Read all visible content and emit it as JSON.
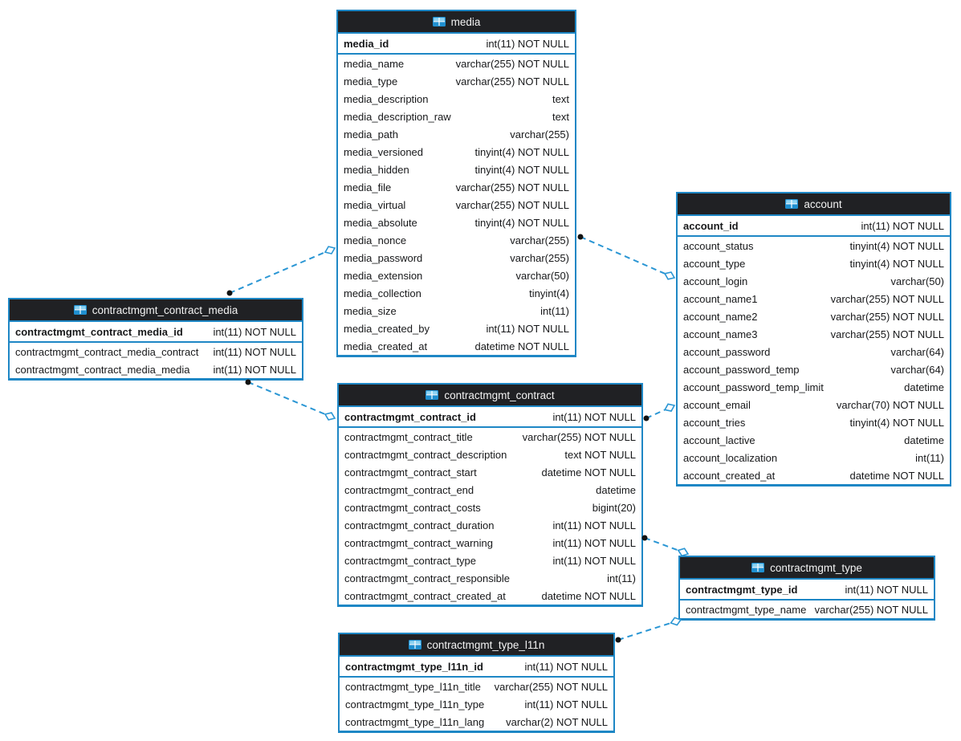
{
  "diagram": {
    "colors": {
      "accent": "#1e87c5",
      "line": "#2a96d4",
      "header_bg": "#202124",
      "dot": "#121212"
    },
    "tables": [
      {
        "name": "media",
        "primary_key": {
          "name": "media_id",
          "type": "int(11) NOT NULL"
        },
        "fields": [
          {
            "name": "media_name",
            "type": "varchar(255) NOT NULL"
          },
          {
            "name": "media_type",
            "type": "varchar(255) NOT NULL"
          },
          {
            "name": "media_description",
            "type": "text"
          },
          {
            "name": "media_description_raw",
            "type": "text"
          },
          {
            "name": "media_path",
            "type": "varchar(255)"
          },
          {
            "name": "media_versioned",
            "type": "tinyint(4) NOT NULL"
          },
          {
            "name": "media_hidden",
            "type": "tinyint(4) NOT NULL"
          },
          {
            "name": "media_file",
            "type": "varchar(255) NOT NULL"
          },
          {
            "name": "media_virtual",
            "type": "varchar(255) NOT NULL"
          },
          {
            "name": "media_absolute",
            "type": "tinyint(4) NOT NULL"
          },
          {
            "name": "media_nonce",
            "type": "varchar(255)"
          },
          {
            "name": "media_password",
            "type": "varchar(255)"
          },
          {
            "name": "media_extension",
            "type": "varchar(50)"
          },
          {
            "name": "media_collection",
            "type": "tinyint(4)"
          },
          {
            "name": "media_size",
            "type": "int(11)"
          },
          {
            "name": "media_created_by",
            "type": "int(11) NOT NULL"
          },
          {
            "name": "media_created_at",
            "type": "datetime NOT NULL"
          }
        ]
      },
      {
        "name": "account",
        "primary_key": {
          "name": "account_id",
          "type": "int(11) NOT NULL"
        },
        "fields": [
          {
            "name": "account_status",
            "type": "tinyint(4) NOT NULL"
          },
          {
            "name": "account_type",
            "type": "tinyint(4) NOT NULL"
          },
          {
            "name": "account_login",
            "type": "varchar(50)"
          },
          {
            "name": "account_name1",
            "type": "varchar(255) NOT NULL"
          },
          {
            "name": "account_name2",
            "type": "varchar(255) NOT NULL"
          },
          {
            "name": "account_name3",
            "type": "varchar(255) NOT NULL"
          },
          {
            "name": "account_password",
            "type": "varchar(64)"
          },
          {
            "name": "account_password_temp",
            "type": "varchar(64)"
          },
          {
            "name": "account_password_temp_limit",
            "type": "datetime"
          },
          {
            "name": "account_email",
            "type": "varchar(70) NOT NULL"
          },
          {
            "name": "account_tries",
            "type": "tinyint(4) NOT NULL"
          },
          {
            "name": "account_lactive",
            "type": "datetime"
          },
          {
            "name": "account_localization",
            "type": "int(11)"
          },
          {
            "name": "account_created_at",
            "type": "datetime NOT NULL"
          }
        ]
      },
      {
        "name": "contractmgmt_contract_media",
        "primary_key": {
          "name": "contractmgmt_contract_media_id",
          "type": "int(11) NOT NULL"
        },
        "fields": [
          {
            "name": "contractmgmt_contract_media_contract",
            "type": "int(11) NOT NULL"
          },
          {
            "name": "contractmgmt_contract_media_media",
            "type": "int(11) NOT NULL"
          }
        ]
      },
      {
        "name": "contractmgmt_contract",
        "primary_key": {
          "name": "contractmgmt_contract_id",
          "type": "int(11) NOT NULL"
        },
        "fields": [
          {
            "name": "contractmgmt_contract_title",
            "type": "varchar(255) NOT NULL"
          },
          {
            "name": "contractmgmt_contract_description",
            "type": "text NOT NULL"
          },
          {
            "name": "contractmgmt_contract_start",
            "type": "datetime NOT NULL"
          },
          {
            "name": "contractmgmt_contract_end",
            "type": "datetime"
          },
          {
            "name": "contractmgmt_contract_costs",
            "type": "bigint(20)"
          },
          {
            "name": "contractmgmt_contract_duration",
            "type": "int(11) NOT NULL"
          },
          {
            "name": "contractmgmt_contract_warning",
            "type": "int(11) NOT NULL"
          },
          {
            "name": "contractmgmt_contract_type",
            "type": "int(11) NOT NULL"
          },
          {
            "name": "contractmgmt_contract_responsible",
            "type": "int(11)"
          },
          {
            "name": "contractmgmt_contract_created_at",
            "type": "datetime NOT NULL"
          }
        ]
      },
      {
        "name": "contractmgmt_type",
        "primary_key": {
          "name": "contractmgmt_type_id",
          "type": "int(11) NOT NULL"
        },
        "fields": [
          {
            "name": "contractmgmt_type_name",
            "type": "varchar(255) NOT NULL"
          }
        ]
      },
      {
        "name": "contractmgmt_type_l11n",
        "primary_key": {
          "name": "contractmgmt_type_l11n_id",
          "type": "int(11) NOT NULL"
        },
        "fields": [
          {
            "name": "contractmgmt_type_l11n_title",
            "type": "varchar(255) NOT NULL"
          },
          {
            "name": "contractmgmt_type_l11n_type",
            "type": "int(11) NOT NULL"
          },
          {
            "name": "contractmgmt_type_l11n_lang",
            "type": "varchar(2) NOT NULL"
          }
        ]
      }
    ],
    "relations": [
      {
        "from": "contractmgmt_contract_media",
        "to": "media"
      },
      {
        "from": "media",
        "to": "account"
      },
      {
        "from": "contractmgmt_contract_media",
        "to": "contractmgmt_contract"
      },
      {
        "from": "contractmgmt_contract",
        "to": "account"
      },
      {
        "from": "contractmgmt_contract",
        "to": "contractmgmt_type"
      },
      {
        "from": "contractmgmt_type_l11n",
        "to": "contractmgmt_type"
      }
    ]
  }
}
